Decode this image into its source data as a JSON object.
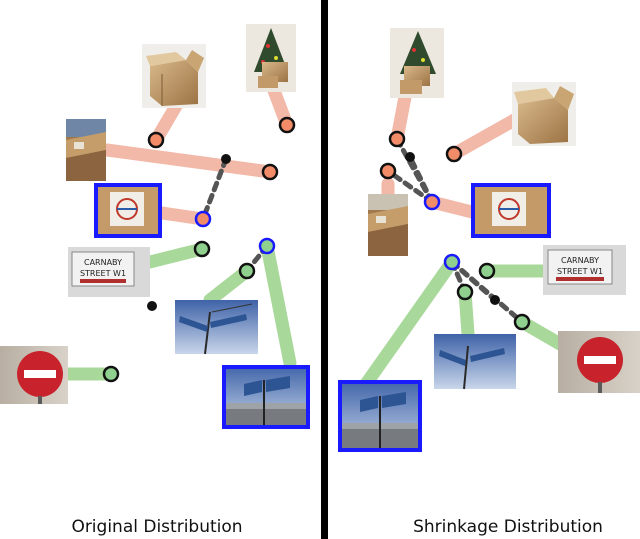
{
  "captions": {
    "left": "Original Distribution",
    "right": "Shrinkage Distribution"
  },
  "colors": {
    "background": "#ffffff",
    "divider": "#000000",
    "box_class": "#f2b8a8",
    "box_point": "#f28c68",
    "sign_class": "#a9d99a",
    "sign_point": "#8fd08f",
    "highlight": "#1a1aff",
    "dashed_link": "#555555",
    "outline": "#111111"
  },
  "image_subjects": {
    "box": "cardboard box",
    "tree_box": "box under christmas tree",
    "box_closeup": "cardboard box close-up",
    "box_label": "box with label",
    "street_name_sign": "street name sign",
    "street_pole_sign": "street pole sign",
    "street_overpass_sign": "street sign near overpass",
    "no_entry_sign": "no entry sign"
  }
}
